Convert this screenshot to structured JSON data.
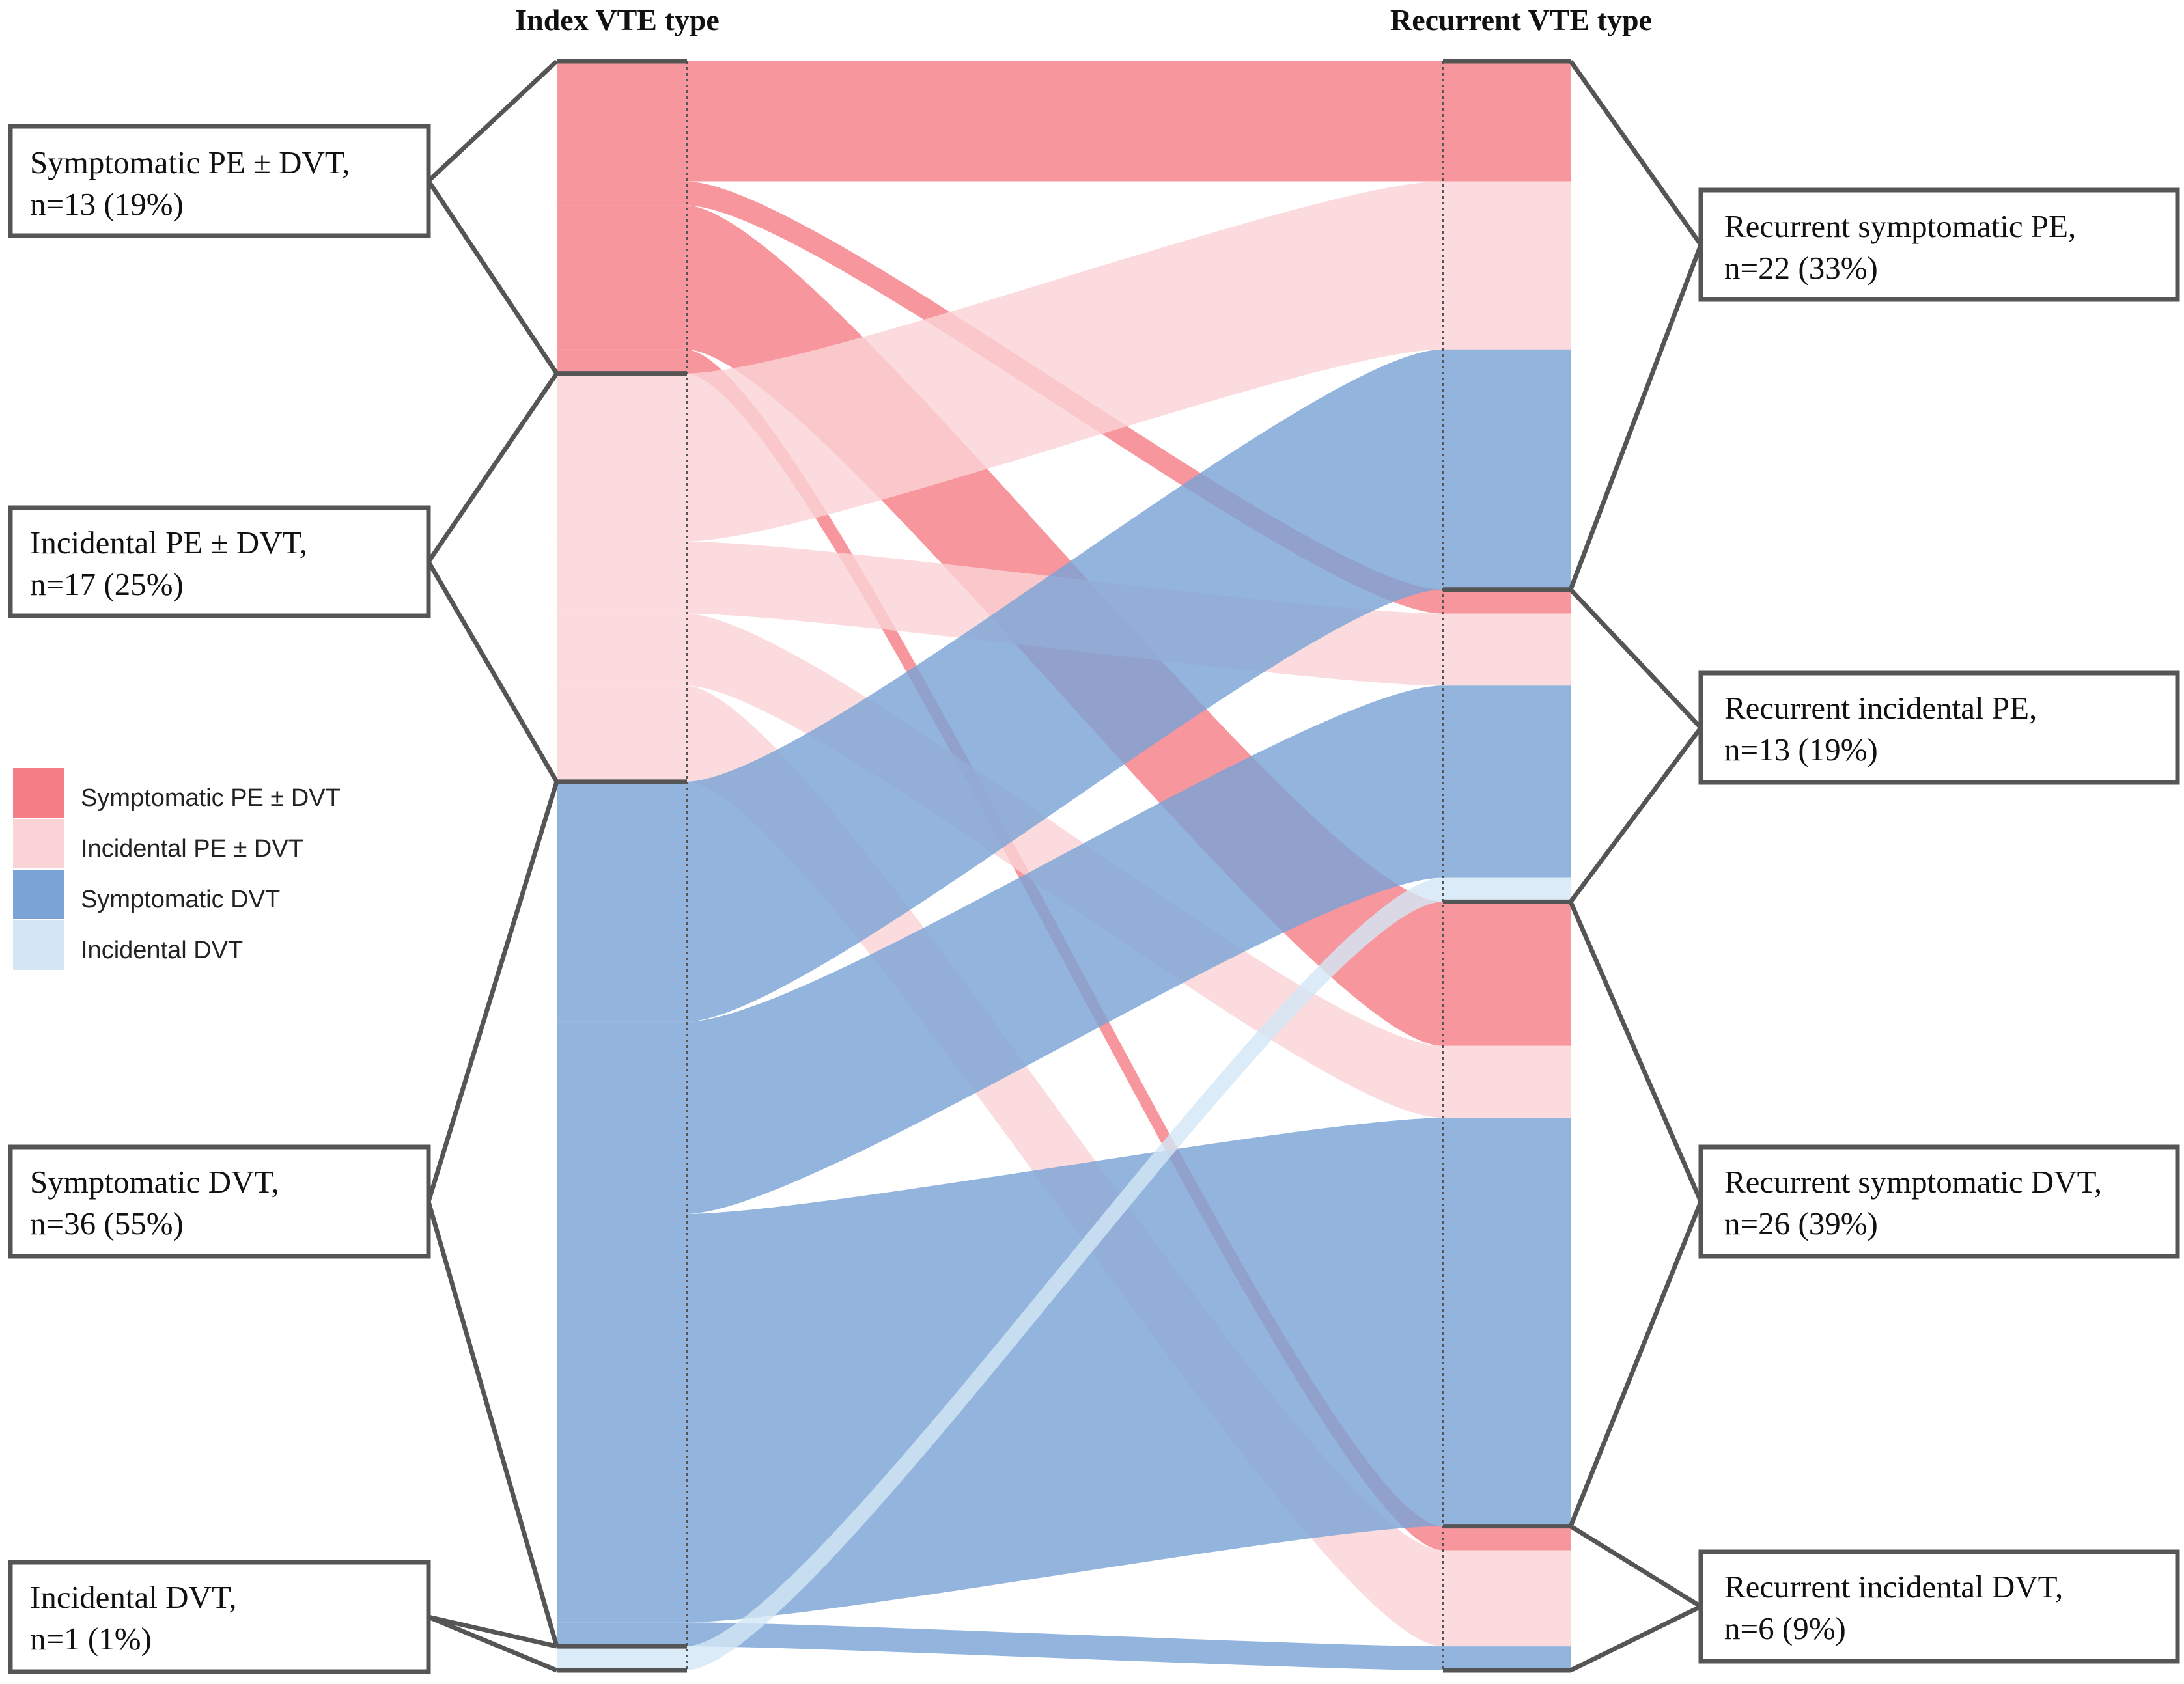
{
  "chart_data": {
    "type": "alluvial",
    "axis_titles": [
      "Index VTE type",
      "Recurrent VTE type"
    ],
    "categories": [
      "Symptomatic PE ± DVT",
      "Incidental PE ± DVT",
      "Symptomatic DVT",
      "Incidental DVT"
    ],
    "colors": {
      "Symptomatic PE ± DVT": "#f57f86",
      "Incidental PE ± DVT": "#fad3d6",
      "Symptomatic DVT": "#7ba3d5",
      "Incidental DVT": "#d3e6f5"
    },
    "legend": {
      "position": "left-middle",
      "items": [
        "Symptomatic PE ± DVT",
        "Incidental PE ± DVT",
        "Symptomatic DVT",
        "Incidental DVT"
      ]
    },
    "index_boxes": [
      {
        "line1": "Symptomatic PE ± DVT,",
        "line2": "n=13 (19%)",
        "n": 13,
        "pct": 19
      },
      {
        "line1": "Incidental PE ± DVT,",
        "line2": "n=17 (25%)",
        "n": 17,
        "pct": 25
      },
      {
        "line1": "Symptomatic DVT,",
        "line2": "n=36 (55%)",
        "n": 36,
        "pct": 55
      },
      {
        "line1": "Incidental DVT,",
        "line2": "n=1 (1%)",
        "n": 1,
        "pct": 1
      }
    ],
    "recurrent_boxes": [
      {
        "line1": "Recurrent symptomatic PE,",
        "line2": "n=22 (33%)",
        "n": 22,
        "pct": 33
      },
      {
        "line1": "Recurrent incidental PE,",
        "line2": "n=13 (19%)",
        "n": 13,
        "pct": 19
      },
      {
        "line1": "Recurrent symptomatic DVT,",
        "line2": "n=26 (39%)",
        "n": 26,
        "pct": 39
      },
      {
        "line1": "Recurrent incidental DVT,",
        "line2": "n=6 (9%)",
        "n": 6,
        "pct": 9
      }
    ],
    "flows": [
      {
        "from": "Symptomatic PE ± DVT",
        "to": "Recurrent symptomatic PE",
        "value": 5
      },
      {
        "from": "Symptomatic PE ± DVT",
        "to": "Recurrent incidental PE",
        "value": 1
      },
      {
        "from": "Symptomatic PE ± DVT",
        "to": "Recurrent symptomatic DVT",
        "value": 6
      },
      {
        "from": "Symptomatic PE ± DVT",
        "to": "Recurrent incidental DVT",
        "value": 1
      },
      {
        "from": "Incidental PE ± DVT",
        "to": "Recurrent symptomatic PE",
        "value": 7
      },
      {
        "from": "Incidental PE ± DVT",
        "to": "Recurrent incidental PE",
        "value": 3
      },
      {
        "from": "Incidental PE ± DVT",
        "to": "Recurrent symptomatic DVT",
        "value": 3
      },
      {
        "from": "Incidental PE ± DVT",
        "to": "Recurrent incidental DVT",
        "value": 4
      },
      {
        "from": "Symptomatic DVT",
        "to": "Recurrent symptomatic PE",
        "value": 10
      },
      {
        "from": "Symptomatic DVT",
        "to": "Recurrent incidental PE",
        "value": 8
      },
      {
        "from": "Symptomatic DVT",
        "to": "Recurrent symptomatic DVT",
        "value": 17
      },
      {
        "from": "Symptomatic DVT",
        "to": "Recurrent incidental DVT",
        "value": 1
      },
      {
        "from": "Incidental DVT",
        "to": "Recurrent incidental PE",
        "value": 1
      }
    ]
  }
}
